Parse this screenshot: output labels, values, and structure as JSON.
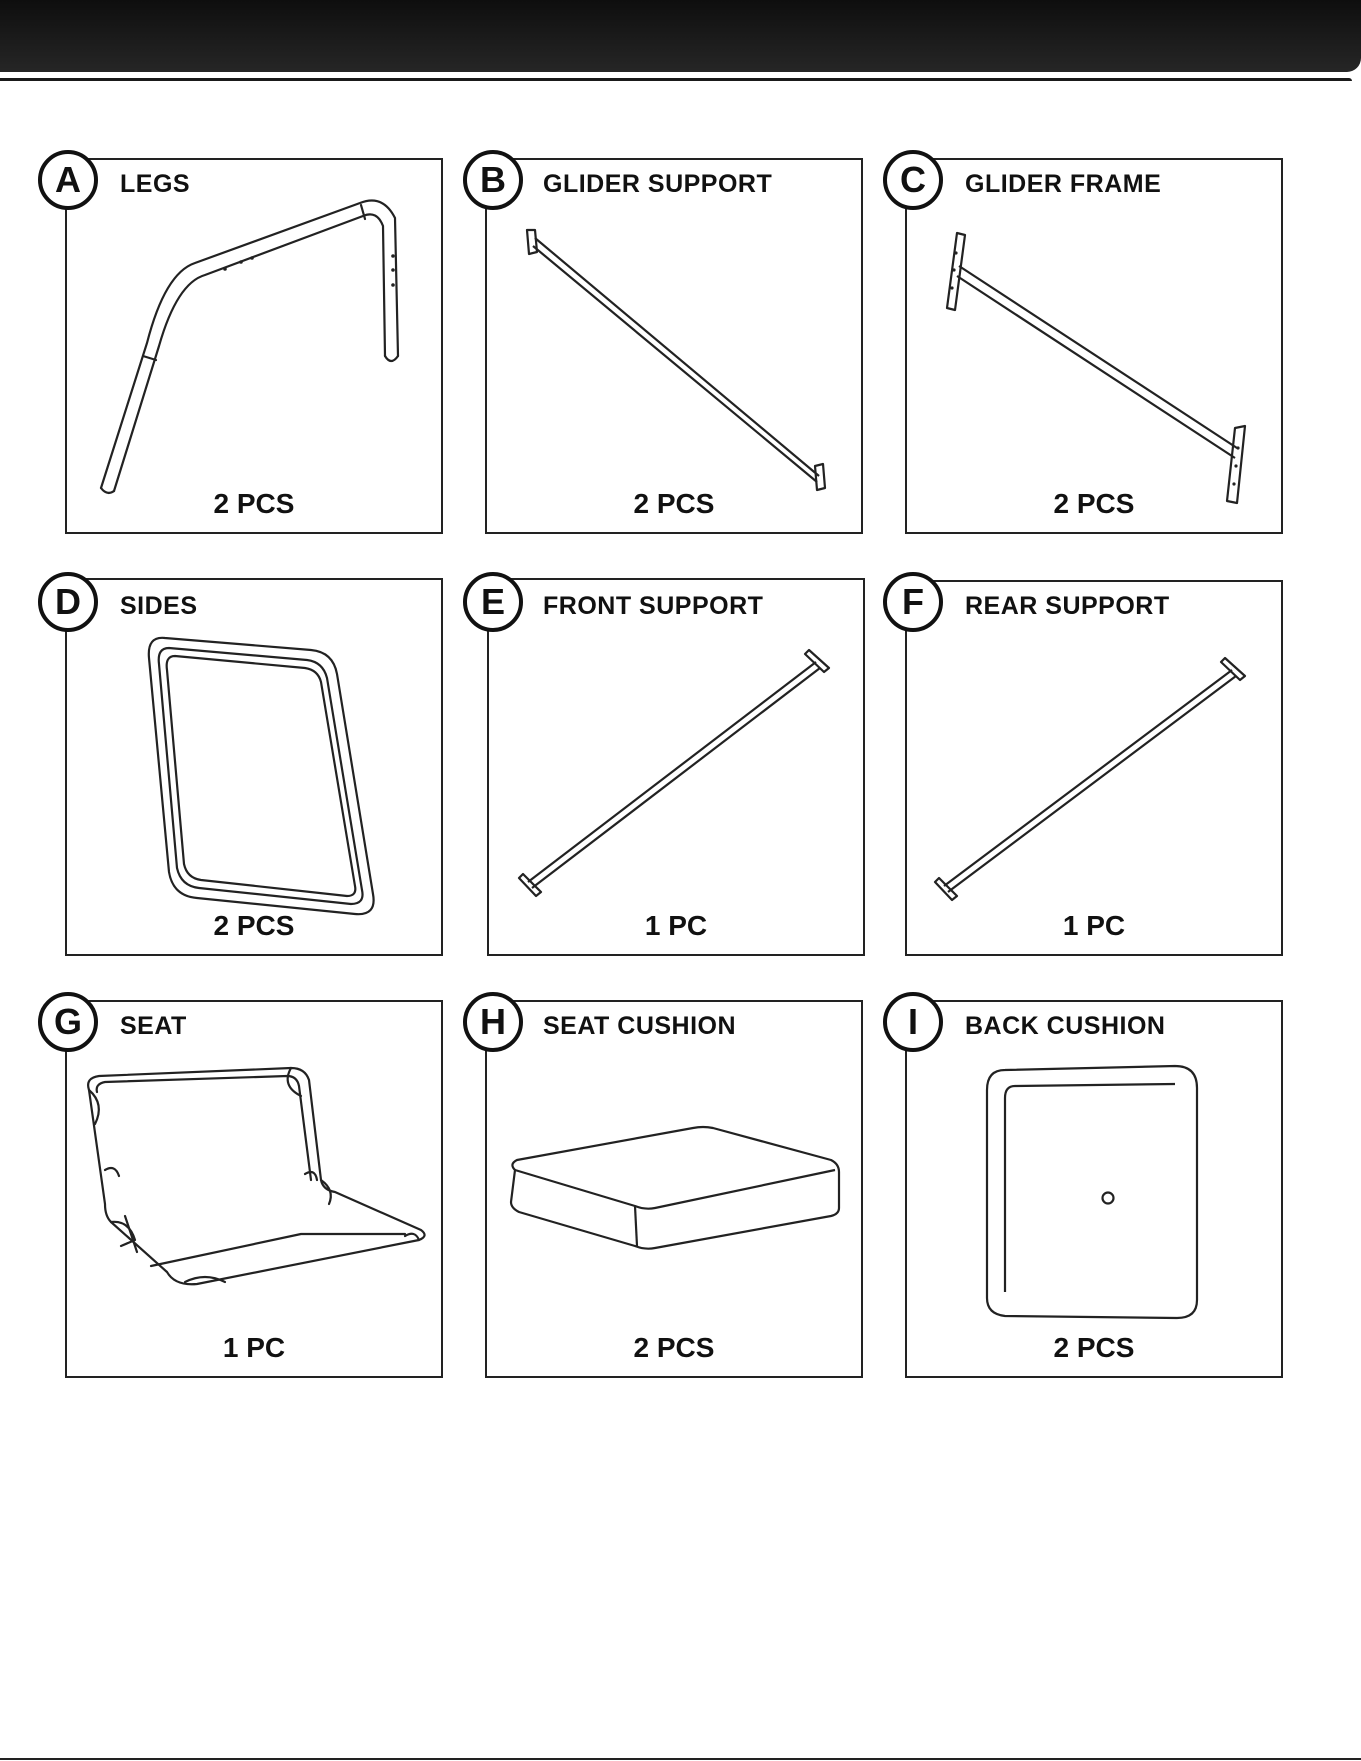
{
  "parts": [
    {
      "letter": "A",
      "name": "LEGS",
      "quantity": "2 PCS"
    },
    {
      "letter": "B",
      "name": "GLIDER SUPPORT",
      "quantity": "2 PCS"
    },
    {
      "letter": "C",
      "name": "GLIDER FRAME",
      "quantity": "2 PCS"
    },
    {
      "letter": "D",
      "name": "SIDES",
      "quantity": "2 PCS"
    },
    {
      "letter": "E",
      "name": "FRONT SUPPORT",
      "quantity": "1 PC"
    },
    {
      "letter": "F",
      "name": "REAR SUPPORT",
      "quantity": "1 PC"
    },
    {
      "letter": "G",
      "name": "SEAT",
      "quantity": "1 PC"
    },
    {
      "letter": "H",
      "name": "SEAT CUSHION",
      "quantity": "2 PCS"
    },
    {
      "letter": "I",
      "name": "BACK CUSHION",
      "quantity": "2 PCS"
    }
  ]
}
